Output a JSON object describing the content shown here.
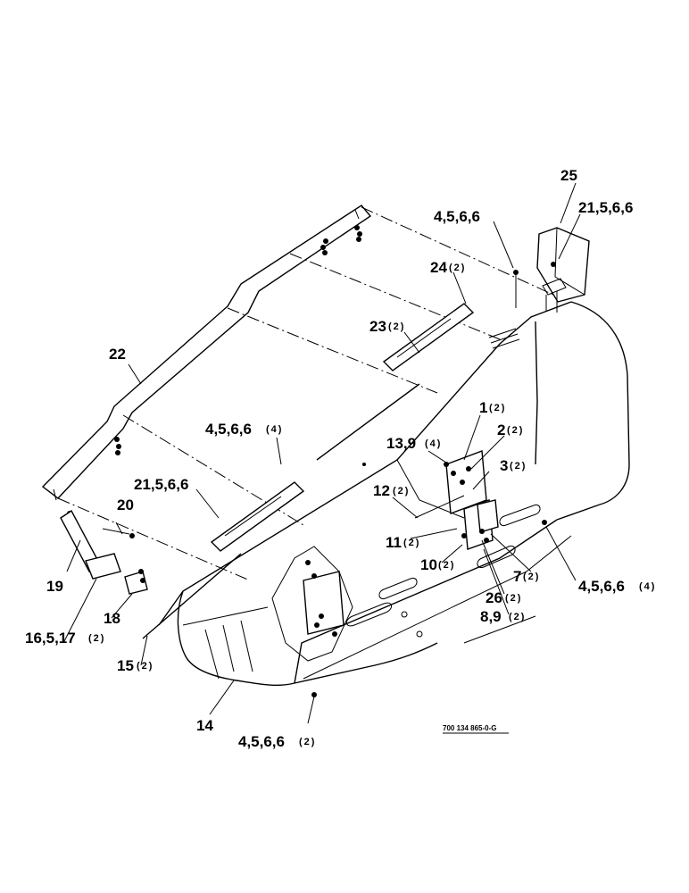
{
  "diagram": {
    "drawing_number": "700 134 865-0-G",
    "callouts": [
      {
        "id": "c25",
        "label": "25",
        "qty": ""
      },
      {
        "id": "c21a",
        "label": "21,5,6,6",
        "qty": ""
      },
      {
        "id": "c4a",
        "label": "4,5,6,6",
        "qty": ""
      },
      {
        "id": "c24",
        "label": "24",
        "qty": "(2)"
      },
      {
        "id": "c23",
        "label": "23",
        "qty": "(2)"
      },
      {
        "id": "c22",
        "label": "22",
        "qty": ""
      },
      {
        "id": "c1",
        "label": "1",
        "qty": "(2)"
      },
      {
        "id": "c2",
        "label": "2",
        "qty": "(2)"
      },
      {
        "id": "c13",
        "label": "13,9",
        "qty": "(4)"
      },
      {
        "id": "c4b",
        "label": "4,5,6,6",
        "qty": "(4)"
      },
      {
        "id": "c3",
        "label": "3",
        "qty": "(2)"
      },
      {
        "id": "c21b",
        "label": "21,5,6,6",
        "qty": ""
      },
      {
        "id": "c12",
        "label": "12",
        "qty": "(2)"
      },
      {
        "id": "c20",
        "label": "20",
        "qty": ""
      },
      {
        "id": "c11",
        "label": "11",
        "qty": "(2)"
      },
      {
        "id": "c10",
        "label": "10",
        "qty": "(2)"
      },
      {
        "id": "c7",
        "label": "7",
        "qty": "(2)"
      },
      {
        "id": "c4c",
        "label": "4,5,6,6",
        "qty": "(4)"
      },
      {
        "id": "c19",
        "label": "19",
        "qty": ""
      },
      {
        "id": "c26",
        "label": "26",
        "qty": "(2)"
      },
      {
        "id": "c18",
        "label": "18",
        "qty": ""
      },
      {
        "id": "c8",
        "label": "8,9",
        "qty": "(2)"
      },
      {
        "id": "c16",
        "label": "16,5,17",
        "qty": "(2)"
      },
      {
        "id": "c15",
        "label": "15",
        "qty": "(2)"
      },
      {
        "id": "c14",
        "label": "14",
        "qty": ""
      },
      {
        "id": "c4d",
        "label": "4,5,6,6",
        "qty": "(2)"
      }
    ]
  }
}
